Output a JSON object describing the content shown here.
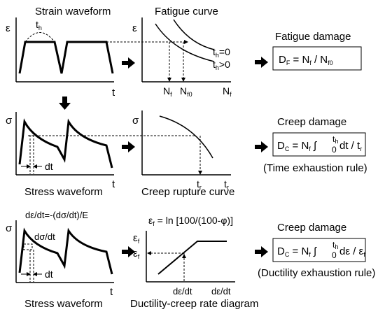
{
  "row1": {
    "strain_title": "Strain waveform",
    "fatigue_title": "Fatigue curve",
    "eps_axis": "ε",
    "t_axis": "t",
    "th_base": "t",
    "th_sub": "h",
    "fatigue_y": "ε",
    "nf_tick_base": "N",
    "nf_tick_sub": "f",
    "nf0_tick_base": "N",
    "nf0_tick_sub": "f0",
    "nf_axis_base": "N",
    "nf_axis_sub": "f",
    "curve1_base": "t",
    "curve1_sub": "h",
    "curve1_rest": "=0",
    "curve2_base": "t",
    "curve2_sub": "h",
    "curve2_rest": ">0",
    "damage_title": "Fatigue damage",
    "damage_eq": {
      "d": "D",
      "d_sub": "F",
      "mid": " = N",
      "mid_sub": "f",
      "div": " / N",
      "div_sub": "f0"
    }
  },
  "row2": {
    "sigma_axis": "σ",
    "t_axis": "t",
    "dt_label": "dt",
    "stress_title": "Stress waveform",
    "rupture_title": "Creep rupture curve",
    "rupture_y": "σ",
    "tr_tick_base": "t",
    "tr_tick_sub": "r",
    "tr_axis_base": "t",
    "tr_axis_sub": "r",
    "damage_title": "Creep damage",
    "damage_eq": {
      "d": "D",
      "d_sub": "C",
      "mid": " = N",
      "mid_sub": "f",
      "int": "∫",
      "int_up": "t",
      "int_up_sub": "h",
      "int_low": "0",
      "rest": "dt / t",
      "rest_sub": "r"
    },
    "rule": "(Time exhaustion rule)"
  },
  "row3": {
    "sigma_axis": "σ",
    "t_axis": "t",
    "rate_eq": "dε/dt=-(dσ/dt)/E",
    "dsdt": "dσ/dt",
    "dt_label": "dt",
    "stress_title": "Stress waveform",
    "diagram_title": "Ductility-creep rate diagram",
    "eps_f_eq": {
      "base": "ε",
      "sub": "f",
      "rest": " = ln [100/(100-φ)]"
    },
    "y_axis": {
      "base": "ε",
      "sub": "f"
    },
    "y_tick": {
      "base": "ε",
      "sub": "f"
    },
    "x_tick": "dε/dt",
    "x_axis": "dε/dt",
    "damage_title": "Creep damage",
    "damage_eq": {
      "d": "D",
      "d_sub": "C",
      "mid": " = N",
      "mid_sub": "f",
      "int": "∫",
      "int_up": "t",
      "int_up_sub": "h",
      "int_low": "0",
      "rest": "dε / ε",
      "rest_sub": "f"
    },
    "rule": "(Ductility exhaustion rule)"
  }
}
